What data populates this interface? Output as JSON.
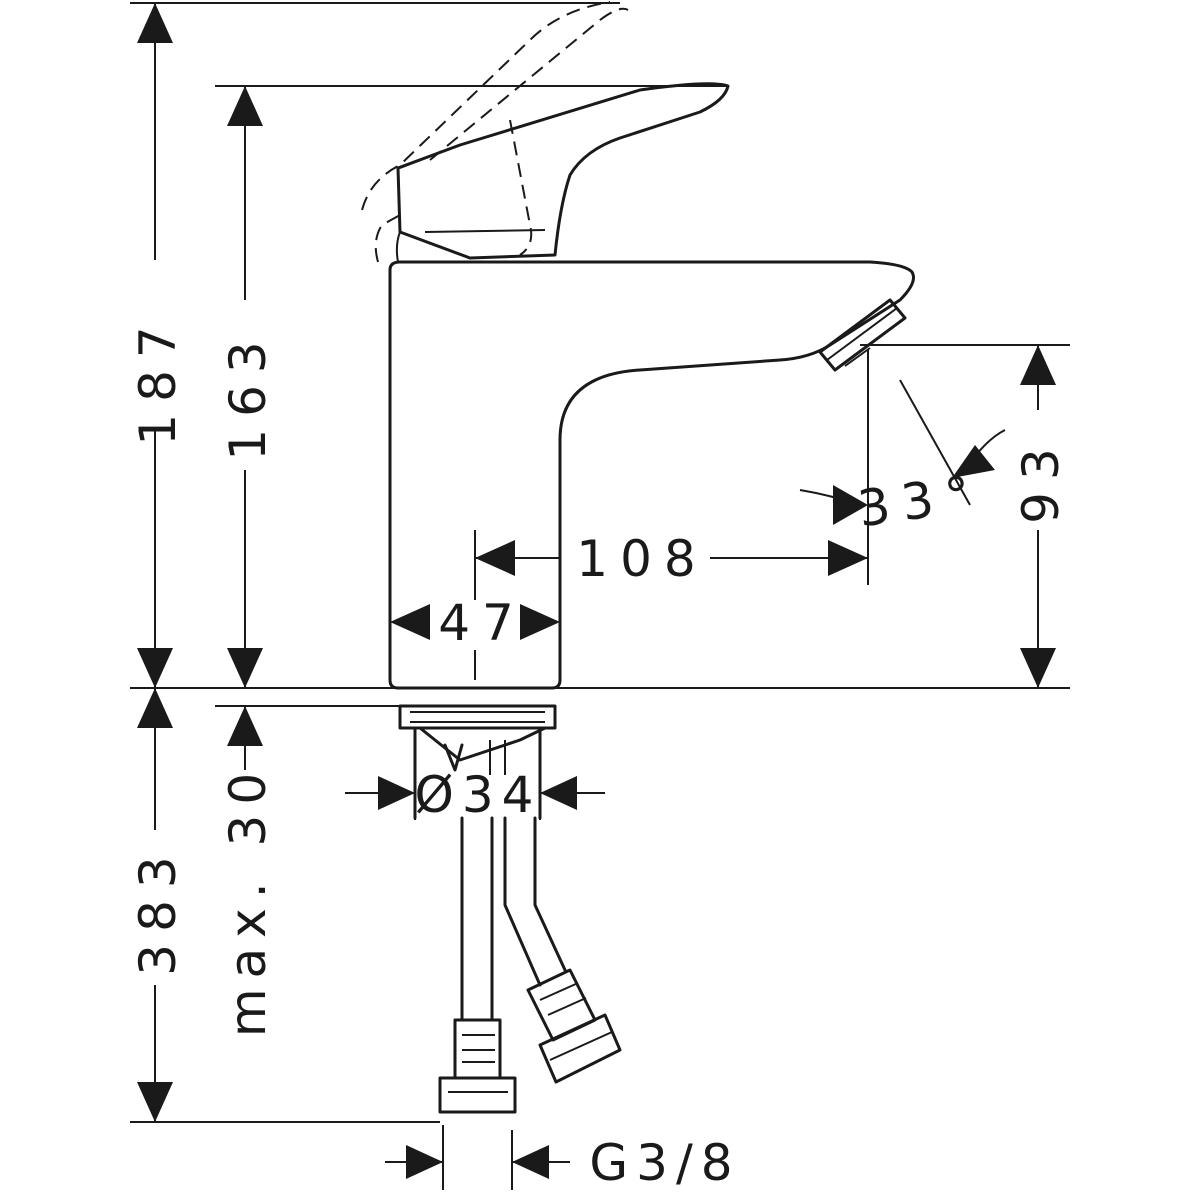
{
  "dimensions": {
    "total_height": "187",
    "body_height": "163",
    "spout_height": "93",
    "spout_reach": "108",
    "body_width": "47",
    "spray_angle": "33°",
    "below_counter_length": "383",
    "max_counter_thickness": "max. 30",
    "shank_diameter": "Ø34",
    "connection_thread": "G3/8"
  }
}
